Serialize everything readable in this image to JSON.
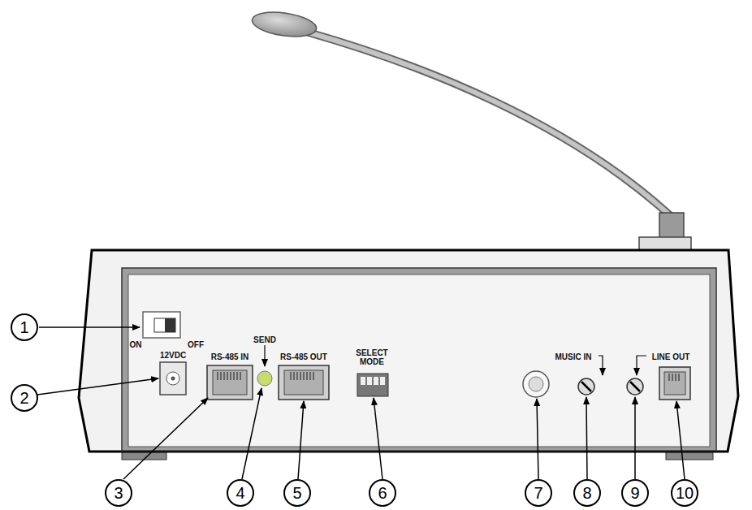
{
  "diagram": {
    "nodes": [
      {
        "text": [
          "1"
        ]
      },
      {
        "text": [
          "2"
        ]
      },
      {
        "text": [
          "3"
        ]
      },
      {
        "text": [
          "4"
        ]
      },
      {
        "text": [
          "5"
        ]
      },
      {
        "text": [
          "6"
        ]
      },
      {
        "text": [
          "7"
        ]
      },
      {
        "text": [
          "8"
        ]
      },
      {
        "text": [
          "9"
        ]
      },
      {
        "text": [
          "10"
        ]
      }
    ],
    "labels": [
      "ON",
      "OFF",
      "12VDC",
      "RS-485 IN",
      "SEND",
      "RS-485 OUT",
      "SELECT MODE",
      "MUSIC IN",
      "LINE OUT"
    ]
  }
}
